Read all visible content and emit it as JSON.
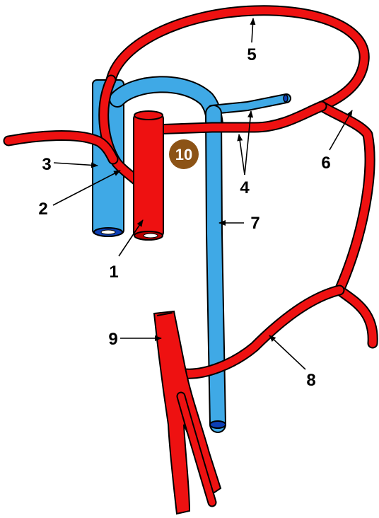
{
  "colors": {
    "artery": "#ee1111",
    "artery_dark": "#b80000",
    "vein": "#3fa9e6",
    "vein_dark": "#0d3fb5",
    "outline": "#000000",
    "badge": "#8c5316"
  },
  "labels": {
    "l1": "1",
    "l2": "2",
    "l3": "3",
    "l4": "4",
    "l5": "5",
    "l6": "6",
    "l7": "7",
    "l8": "8",
    "l9": "9",
    "badge": "10"
  }
}
